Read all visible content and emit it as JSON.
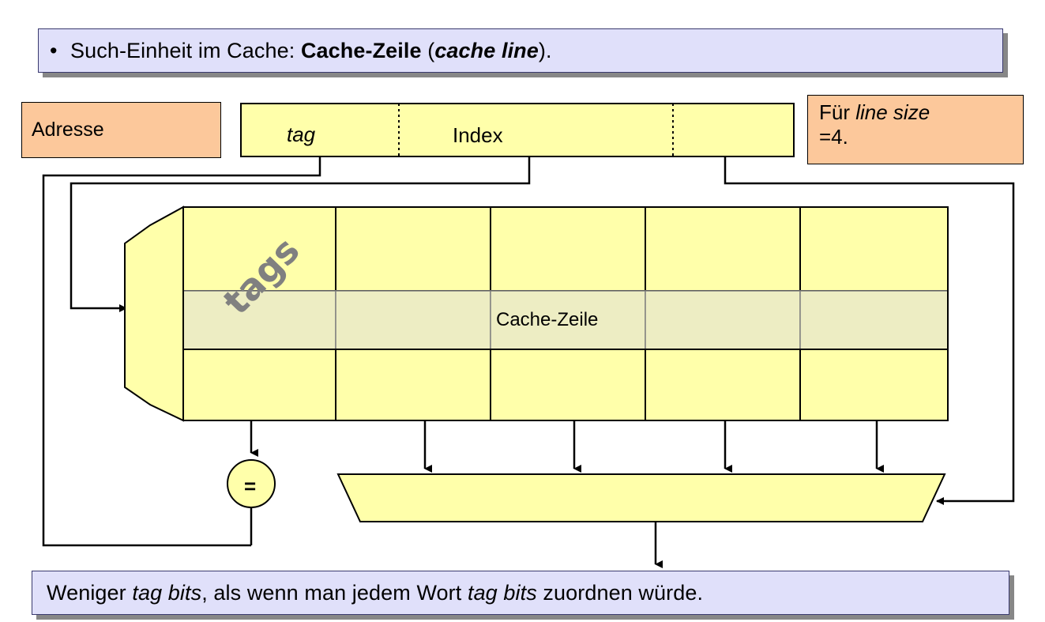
{
  "slide": {
    "top_banner": {
      "bullet": "•",
      "text_plain": "Such-Einheit im Cache: Cache-Zeile (cache line).",
      "seg_1": "Such-Einheit im Cache: ",
      "seg_2_bold": "Cache-Zeile",
      "seg_3": " (",
      "seg_4_bold_italic": "cache line",
      "seg_5": ")."
    },
    "bottom_banner": {
      "text_plain": "Weniger tag bits, als wenn man jedem Wort tag bits zuordnen würde.",
      "seg_1": "Weniger ",
      "seg_2_italic": "tag bits",
      "seg_3": ", als wenn man jedem Wort ",
      "seg_4_italic": "tag bits",
      "seg_5": " zuordnen würde."
    }
  },
  "address": {
    "box_label": "Adresse",
    "fields": [
      {
        "name": "tag",
        "label": "tag",
        "italic": true
      },
      {
        "name": "index",
        "label": "Index",
        "italic": false
      },
      {
        "name": "offset",
        "label": "",
        "italic": false
      }
    ]
  },
  "note": {
    "line_1_prefix": "Für ",
    "line_1_italic": "line size",
    "line_2": "=4.",
    "text_plain": "Für line size =4."
  },
  "cache": {
    "decoder_name": "index-decoder",
    "tags_label": "tags",
    "cache_line_label": "Cache-Zeile",
    "columns": 5,
    "rows": 3,
    "highlighted_row_index": 1,
    "comparator_label": "=",
    "mux_name": "word-multiplexer",
    "mux_inputs": 4
  },
  "colors": {
    "banner_fill": "#E0E0FA",
    "banner_border": "#3A3A6E",
    "banner_shadow": "#878787",
    "orange_fill": "#FCC89B",
    "cell_fill": "#FFFFAA",
    "cell_highlight_fill": "#EDEDC3",
    "line_color": "#000000",
    "tags_text": "#808080"
  }
}
